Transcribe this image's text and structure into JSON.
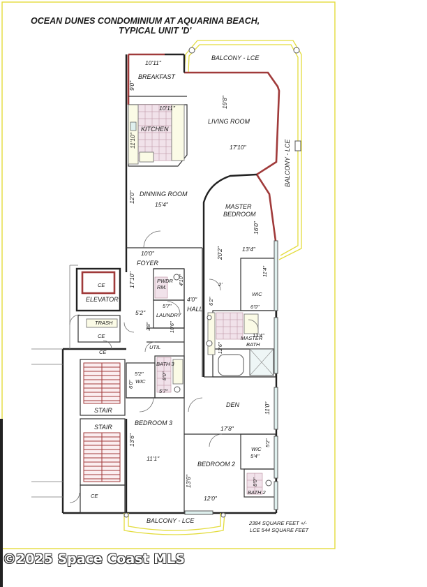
{
  "title": {
    "line1": "OCEAN DUNES CONDOMINIUM AT AQUARINA BEACH,",
    "line2": "TYPICAL UNIT 'D'"
  },
  "rooms": {
    "breakfast": "BREAKFAST",
    "kitchen": "KITCHEN",
    "living_room": "LIVING ROOM",
    "dining_room": "DINNING ROOM",
    "master_bedroom_1": "MASTER",
    "master_bedroom_2": "BEDROOM",
    "foyer": "FOYER",
    "pwdr_1": "PWDR",
    "pwdr_2": "RM.",
    "hall": "HALL",
    "laundry": "LAUNDRY",
    "util": "UTIL",
    "bath3": "BATH 3",
    "wic_b3": "WIC",
    "wic_master": "WIC",
    "master_bath_1": "MASTER",
    "master_bath_2": "BATH",
    "den": "DEN",
    "bedroom3": "BEDROOM 3",
    "bedroom2": "BEDROOM 2",
    "wic_b2": "WIC",
    "bath2": "BATH 2",
    "elevator": "ELEVATOR",
    "trash": "TRASH",
    "stair_upper": "STAIR",
    "stair_lower": "STAIR",
    "ce_elevator": "CE",
    "ce_trash": "CE",
    "ce_corridor": "CE",
    "ce_bottom": "CE",
    "balcony_top": "BALCONY - LCE",
    "balcony_side": "BALCONY - LCE",
    "balcony_bottom": "BALCONY - LCE"
  },
  "dimensions": {
    "breakfast_w": "10'11\"",
    "breakfast_h": "9'0\"",
    "kitchen_w": "10'11\"",
    "kitchen_h": "11'10\"",
    "living_a": "19'8\"",
    "living_b": "17'10\"",
    "dining_h": "12'0\"",
    "dining_w": "15'4\"",
    "foyer_w": "10'0\"",
    "foyer_h": "17'10\"",
    "pwdr_w": "4'10\"",
    "hall_w": "4'0\"",
    "laundry_w": "5'7\"",
    "laundry_h": "10'6\"",
    "util_h": "3'8\"",
    "elev_h": "5'2\"",
    "master_h": "20'2\"",
    "master_d": "16'0\"",
    "master_w": "13'4\"",
    "wic_m_h": "11'4\"",
    "wic_m_w": "6'0\"",
    "wic_m_2": "2'",
    "mbath_w": "13'4\"",
    "mbath_h1": "6'2\"",
    "mbath_h2": "12'6\"",
    "bath3_w": "5'2\"",
    "bath3_h": "8'0\"",
    "bath3_b": "5'7\"",
    "wic_b3_h": "6'0\"",
    "den_h": "11'0\"",
    "den_w": "17'8\"",
    "bed3_h": "13'6\"",
    "bed3_w": "11'1\"",
    "wic_b2_h": "5'2\"",
    "wic_b2_w": "5'4\"",
    "bath2_h": "8'0\"",
    "bed2_h": "13'6\"",
    "bed2_w": "12'0\""
  },
  "notes": {
    "sqft": "2384 SQUARE FEET +/-",
    "lce": "LCE 544 SQUARE FEET"
  },
  "watermark": "©2025 Space Coast MLS",
  "colors": {
    "wall": "#333333",
    "exterior_wall": "#a03a3a",
    "glass": "#dff0ee",
    "border": "#e3dc3c",
    "tile": "#f1e2ea"
  }
}
